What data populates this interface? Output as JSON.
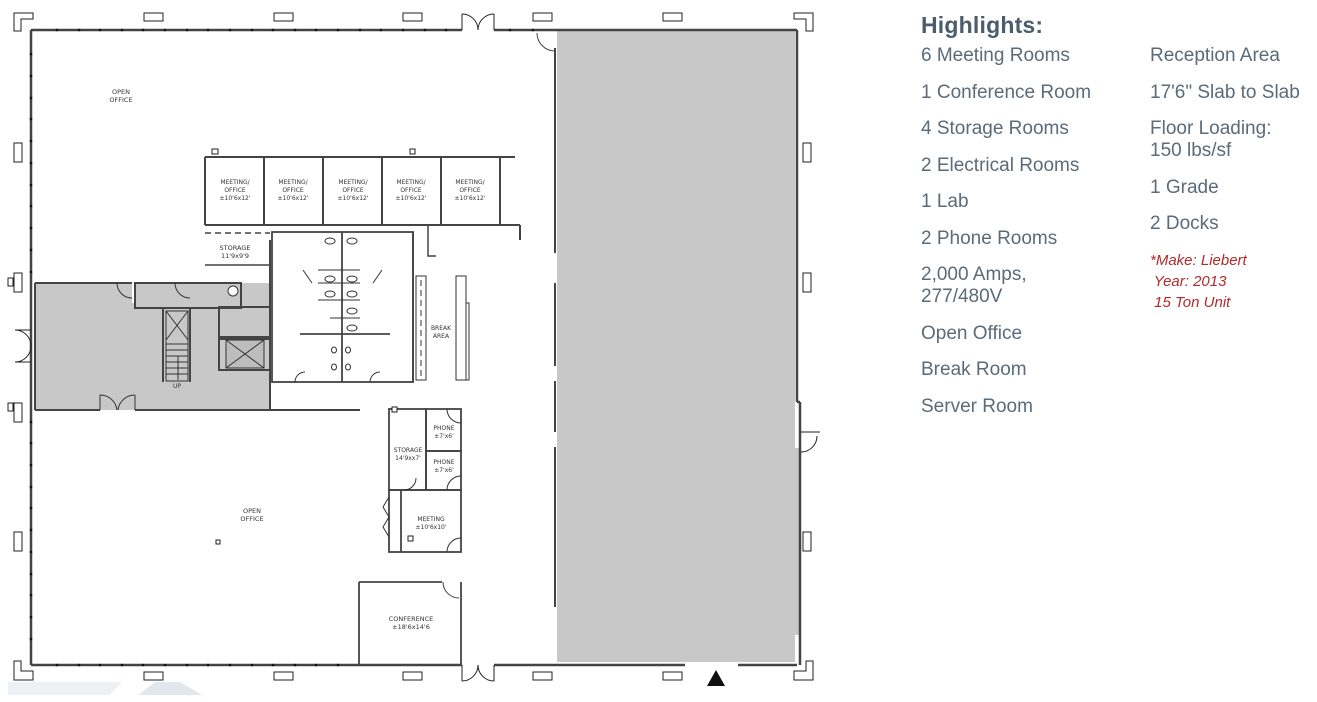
{
  "floor_plan": {
    "rooms": [
      {
        "name": "open-office-north",
        "label": [
          "OPEN",
          "OFFICE"
        ]
      },
      {
        "name": "meeting-office-1",
        "label": [
          "MEETING/",
          "OFFICE",
          "±10'6x12'"
        ]
      },
      {
        "name": "meeting-office-2",
        "label": [
          "MEETING/",
          "OFFICE",
          "±10'6x12'"
        ]
      },
      {
        "name": "meeting-office-3",
        "label": [
          "MEETING/",
          "OFFICE",
          "±10'6x12'"
        ]
      },
      {
        "name": "meeting-office-4",
        "label": [
          "MEETING/",
          "OFFICE",
          "±10'6x12'"
        ]
      },
      {
        "name": "meeting-office-5",
        "label": [
          "MEETING/",
          "OFFICE",
          "±10'6x12'"
        ]
      },
      {
        "name": "storage-1",
        "label": [
          "STORAGE",
          "11'9x9'9"
        ]
      },
      {
        "name": "break-area",
        "label": [
          "BREAK",
          "AREA"
        ]
      },
      {
        "name": "storage-2",
        "label": [
          "STORAGE",
          "14'9xx7'"
        ]
      },
      {
        "name": "phone-1",
        "label": [
          "PHONE",
          "±7'x6'"
        ]
      },
      {
        "name": "phone-2",
        "label": [
          "PHONE",
          "±7'x6'"
        ]
      },
      {
        "name": "meeting",
        "label": [
          "MEETING",
          "±10'6x10'"
        ]
      },
      {
        "name": "open-office-south",
        "label": [
          "OPEN",
          "OFFICE"
        ]
      },
      {
        "name": "conference",
        "label": [
          "CONFERENCE",
          "±18'6x14'6"
        ]
      }
    ],
    "stair_label": "UP",
    "colors": {
      "shaded": "#c8c8c8",
      "wall": "#333333"
    }
  },
  "highlights": {
    "title": "Highlights:",
    "left": [
      "6 Meeting Rooms",
      "1 Conference Room",
      "4 Storage Rooms",
      "2 Electrical Rooms",
      "1 Lab",
      "2 Phone Rooms",
      "2,000 Amps,\n277/480V",
      "Open Office",
      "Break Room",
      "Server Room"
    ],
    "right": [
      "Reception Area",
      "17'6\" Slab to Slab",
      "Floor Loading:\n150 lbs/sf",
      "1 Grade",
      "2 Docks"
    ],
    "note": [
      "*Make: Liebert",
      " Year: 2013",
      " 15 Ton Unit"
    ],
    "colors": {
      "title": "#4a5d6d",
      "text": "#5b6b78",
      "note": "#b22a2a"
    }
  }
}
